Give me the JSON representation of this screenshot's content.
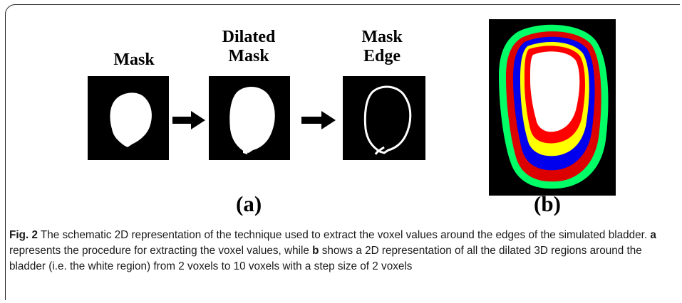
{
  "figure": {
    "panel_a": {
      "steps": [
        {
          "title_lines": [
            "",
            "Mask"
          ]
        },
        {
          "title_lines": [
            "Dilated",
            "Mask"
          ]
        },
        {
          "title_lines": [
            "Mask",
            "Edge"
          ]
        }
      ],
      "sublabel": "(a)"
    },
    "panel_b": {
      "sublabel": "(b)",
      "colors": {
        "outer": "#00ff66",
        "band2": "#ff0000",
        "band3": "#0000ee",
        "band4": "#ffff00",
        "band5": "#ff0000",
        "core": "#ffffff",
        "inner_dark": "#cc0000"
      }
    }
  },
  "caption": {
    "fig_label": "Fig. 2",
    "text_1": " The schematic 2D representation of the technique used to extract the voxel values around the edges of the simulated bladder. ",
    "ref_a": "a",
    "text_2": " represents the procedure for extracting the voxel values, while ",
    "ref_b": "b",
    "text_3": " shows a 2D representation of all the dilated 3D regions around the bladder (i.e. the white region) from 2 voxels to 10 voxels with a step size of 2 voxels"
  }
}
